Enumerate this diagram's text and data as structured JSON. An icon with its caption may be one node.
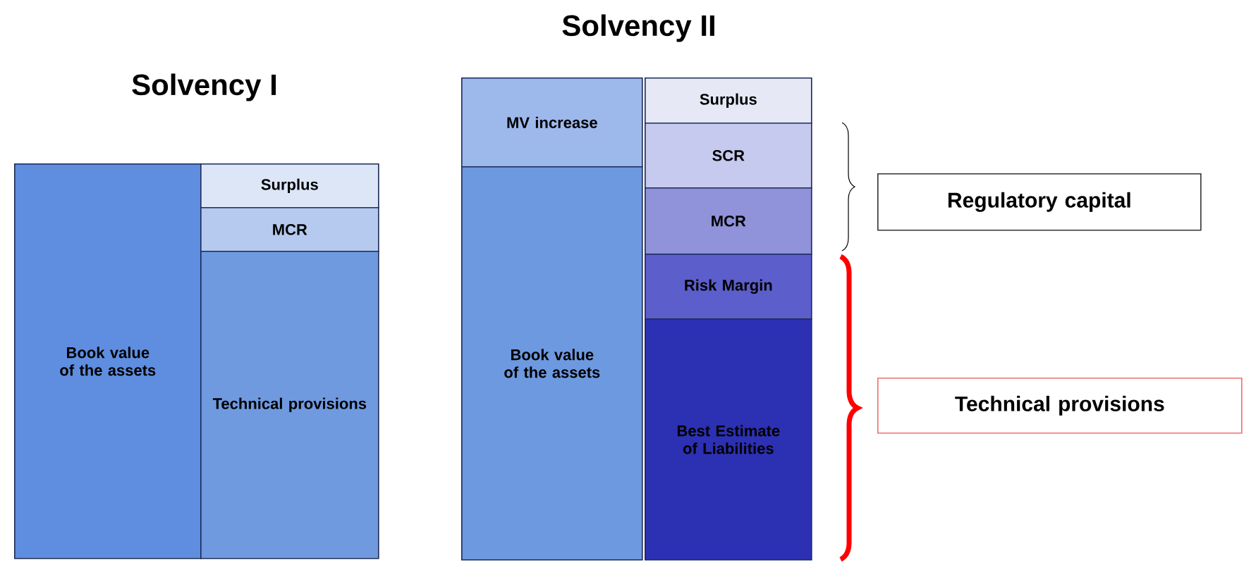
{
  "diagram": {
    "nodes": [
      {
        "text": [
          "Book value of the assets"
        ]
      },
      {
        "text": [
          "Surplus"
        ]
      },
      {
        "text": [
          "MCR"
        ]
      },
      {
        "text": [
          "Technical provisions"
        ]
      },
      {
        "text": [
          "MV increase"
        ]
      },
      {
        "text": [
          "Book value of the assets"
        ]
      },
      {
        "text": [
          "Surplus"
        ]
      },
      {
        "text": [
          "SCR"
        ]
      },
      {
        "text": [
          "MCR"
        ]
      },
      {
        "text": [
          "Risk Margin"
        ]
      },
      {
        "text": [
          "Best Estimate of Liabilities"
        ]
      },
      {
        "text": [
          "Regulatory capital"
        ]
      },
      {
        "text": [
          "Technical provisions"
        ]
      }
    ],
    "labels": [
      "Solvency I",
      "Solvency II"
    ]
  }
}
